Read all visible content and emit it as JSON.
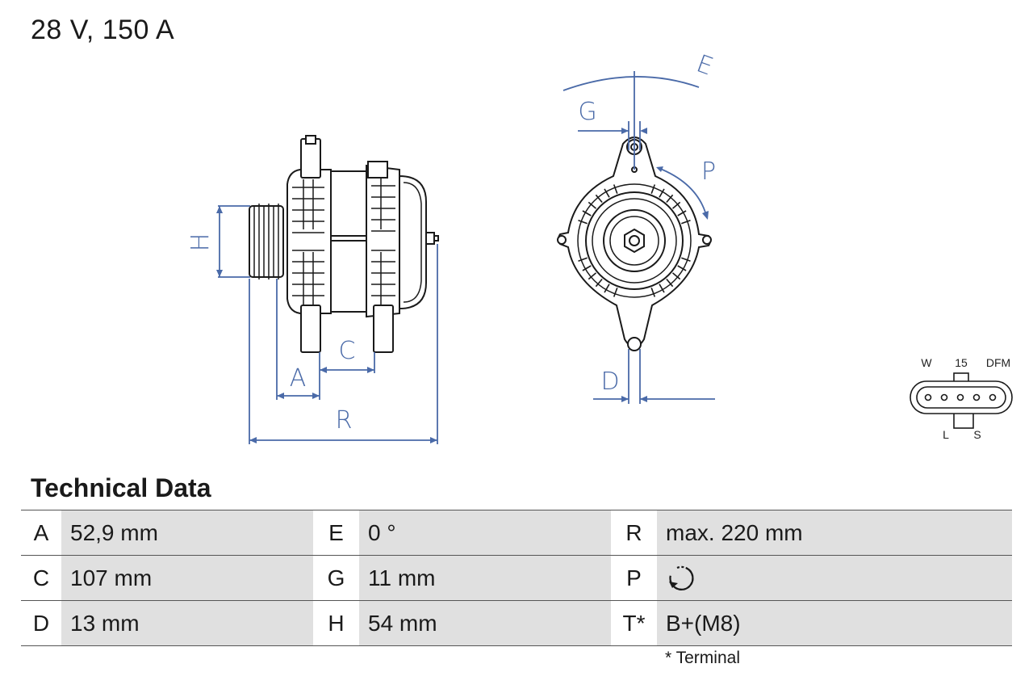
{
  "heading": "28 V, 150 A",
  "dimension_labels": {
    "A": "A",
    "C": "C",
    "R": "R",
    "H": "H",
    "E": "E",
    "G": "G",
    "P": "P",
    "D": "D"
  },
  "connector": {
    "top_labels": [
      "W",
      "15",
      "DFM"
    ],
    "bottom_labels": [
      "L",
      "S"
    ]
  },
  "tech_title": "Technical Data",
  "table": [
    [
      {
        "key": "A",
        "value": "52,9 mm"
      },
      {
        "key": "E",
        "value": "0 °"
      },
      {
        "key": "R",
        "value": "max. 220 mm"
      }
    ],
    [
      {
        "key": "C",
        "value": "107 mm"
      },
      {
        "key": "G",
        "value": "11 mm"
      },
      {
        "key": "P",
        "value": "",
        "icon": "rotation-clockwise-icon"
      }
    ],
    [
      {
        "key": "D",
        "value": "13 mm"
      },
      {
        "key": "H",
        "value": "54 mm"
      },
      {
        "key": "T*",
        "value": "B+(M8)"
      }
    ]
  ],
  "footnote": "* Terminal",
  "colors": {
    "dimension": "#4a6aa8",
    "line": "#1a1a1a",
    "cell_bg": "#e0e0e0"
  }
}
